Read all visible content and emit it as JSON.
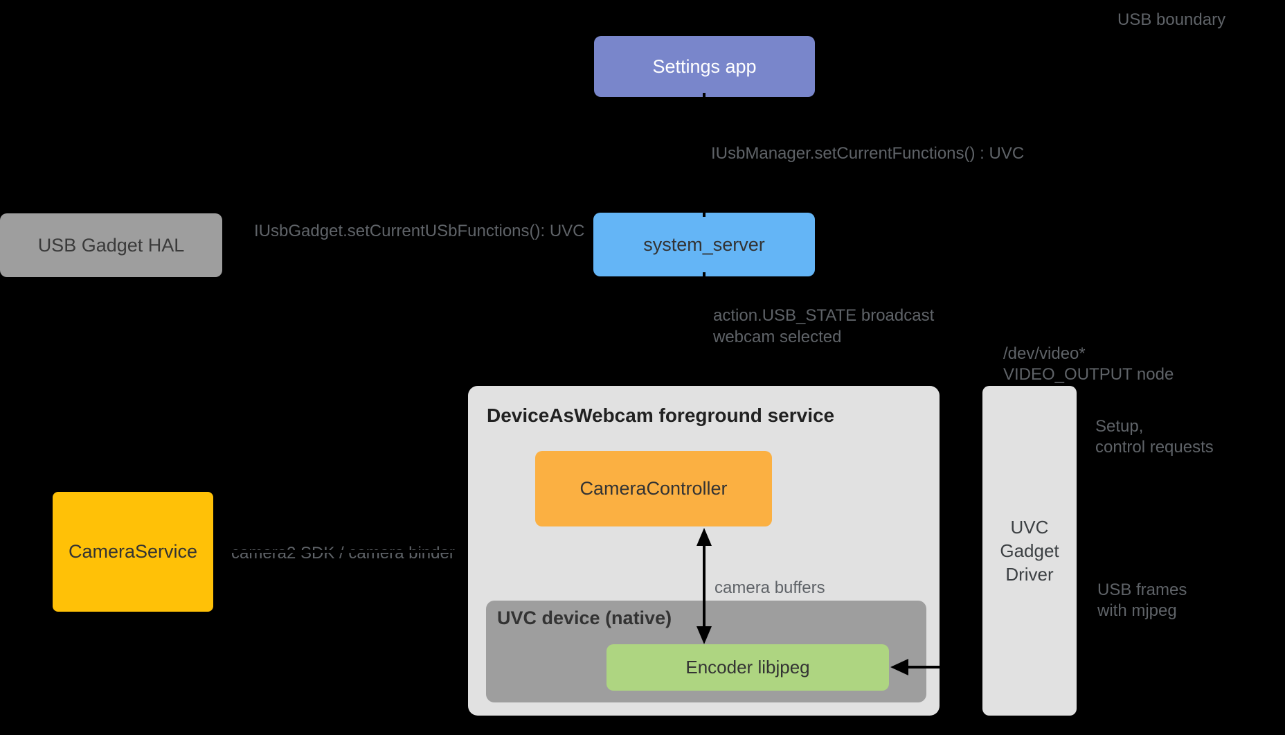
{
  "palette": {
    "background": "#000000",
    "settings_app": "#7986CB",
    "system_server": "#64B5F6",
    "usb_gadget_hal": "#9E9E9E",
    "daw_service_container": "#E1E1E1",
    "camera_controller": "#FBB042",
    "uvc_device_native": "#9E9E9E",
    "encoder": "#AED581",
    "camera_service": "#FFC107",
    "uvc_gadget_driver": "#E1E1E1",
    "label_gray": "#5F6368",
    "arrow_black": "#000000"
  },
  "nodes": {
    "settings_app": {
      "label": "Settings app"
    },
    "system_server": {
      "label": "system_server"
    },
    "usb_gadget_hal": {
      "label": "USB Gadget HAL"
    },
    "daw_service": {
      "title": "DeviceAsWebcam foreground service"
    },
    "camera_controller": {
      "label": "CameraController"
    },
    "uvc_device": {
      "title": "UVC device (native)"
    },
    "encoder": {
      "label": "Encoder libjpeg"
    },
    "camera_service": {
      "label": "CameraService"
    },
    "uvc_gadget_driver": {
      "label": "UVC\nGadget\nDriver"
    }
  },
  "edge_labels": {
    "usb_boundary": "USB boundary",
    "iusbmanager": "IUsbManager.setCurrentFunctions() : UVC",
    "iusbgadget": "IUsbGadget.setCurrentUSbFunctions(): UVC",
    "usb_state": "action.USB_STATE broadcast\nwebcam selected",
    "dev_video": "/dev/video*\nVIDEO_OUTPUT node",
    "setup": "Setup,\ncontrol requests",
    "usb_frames": "USB frames\nwith mjpeg",
    "camera_buffers": "camera buffers",
    "camera2_sdk": "camera2 SDK / camera binder"
  }
}
